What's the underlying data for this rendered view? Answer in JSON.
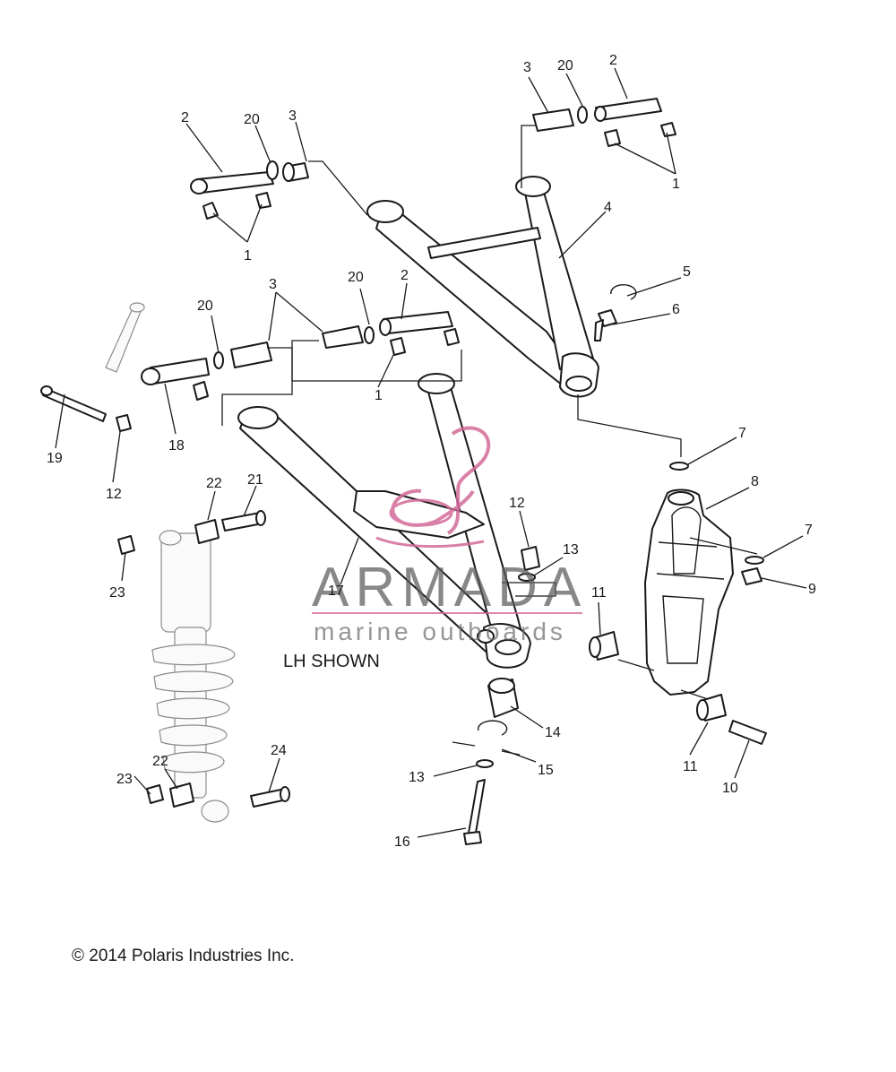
{
  "diagram": {
    "caption": "LH SHOWN",
    "copyright": "© 2014 Polaris Industries Inc.",
    "watermark": {
      "brand": "ARMADA",
      "tagline": "marine outboards",
      "accent_color": "#d36b9a",
      "brand_color": "#5a5a5a"
    },
    "callouts": [
      "1",
      "1",
      "1",
      "2",
      "2",
      "2",
      "3",
      "3",
      "3",
      "4",
      "5",
      "6",
      "7",
      "7",
      "8",
      "9",
      "10",
      "11",
      "11",
      "12",
      "12",
      "13",
      "13",
      "14",
      "15",
      "16",
      "17",
      "18",
      "19",
      "20",
      "20",
      "20",
      "20",
      "21",
      "22",
      "22",
      "23",
      "23",
      "24"
    ]
  }
}
